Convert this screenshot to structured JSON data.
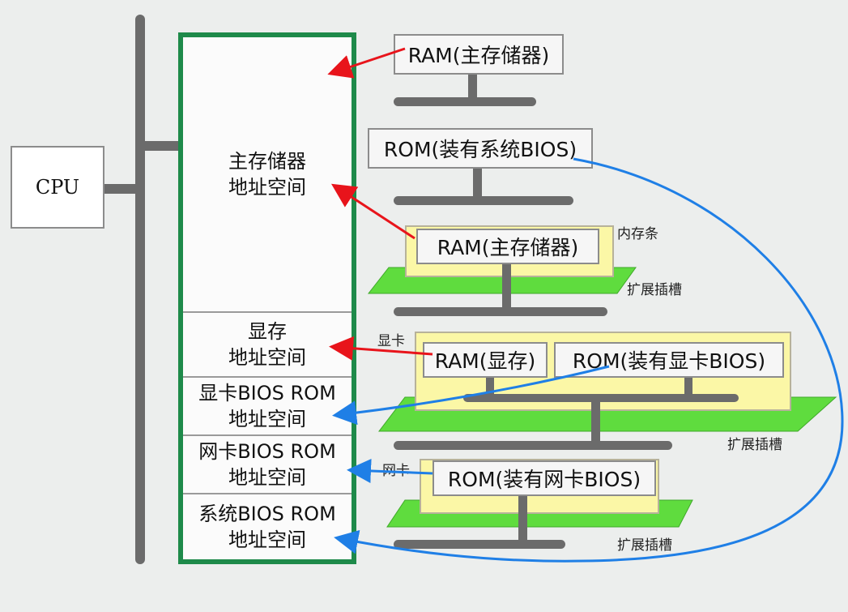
{
  "cpu": {
    "label": "CPU"
  },
  "address_space": {
    "segments": [
      {
        "line1": "主存储器",
        "line2": "地址空间"
      },
      {
        "line1": "显存",
        "line2": "地址空间"
      },
      {
        "line1": "显卡BIOS ROM",
        "line2": "地址空间"
      },
      {
        "line1": "网卡BIOS ROM",
        "line2": "地址空间"
      },
      {
        "line1": "系统BIOS ROM",
        "line2": "地址空间"
      }
    ]
  },
  "chips": {
    "ram_top": "RAM(主存储器)",
    "rom_system": "ROM(装有系统BIOS)",
    "ram_stick": "RAM(主存储器)",
    "ram_vram": "RAM(显存)",
    "rom_video": "ROM(装有显卡BIOS)",
    "rom_network": "ROM(装有网卡BIOS)"
  },
  "labels": {
    "memory_stick": "内存条",
    "slot_1": "扩展插槽",
    "video_card": "显卡",
    "slot_2": "扩展插槽",
    "network_card": "网卡",
    "slot_3": "扩展插槽"
  },
  "colors": {
    "green_border": "#1e8a4a",
    "slot_green": "#5fdc3e",
    "card_yellow": "#fbf7a6",
    "bus_gray": "#6b6b6b",
    "arrow_red": "#e8141b",
    "arrow_blue": "#1f7fe6"
  }
}
